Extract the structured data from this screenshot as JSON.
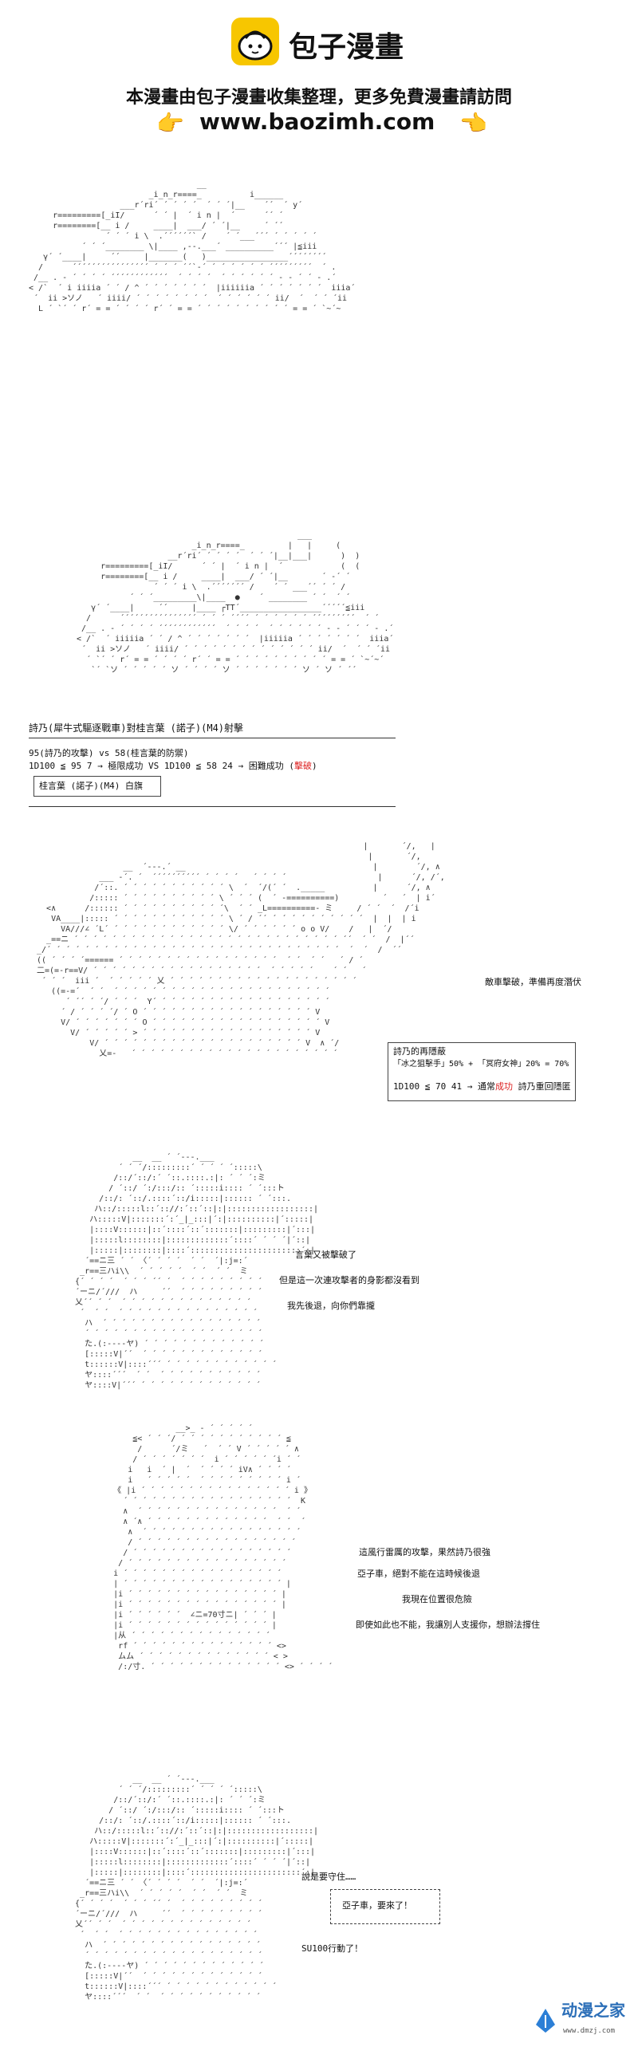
{
  "header": {
    "logo_text": "包子漫畫",
    "tagline": "本漫畫由包子漫畫收集整理，更多免費漫畫請訪問",
    "url": "www.baozimh.com",
    "hand_left": "👉",
    "hand_right": "👈"
  },
  "panel1": {
    "battle_title": "詩乃(犀牛式驅逐戰車)對桂言葉 (諾子)(M4)射擊",
    "line_attack": "95(詩乃的攻擊) vs 58(桂言葉的防禦)",
    "line_roll_a": "1D100 ≦ 95  7 → 極限成功 VS 1D100 ≦ 58  24 → 困難成功 (",
    "line_roll_result": "擊破",
    "line_roll_close": ")",
    "white_flag": "桂言葉 (諾子)(M4) 白旗"
  },
  "panel2": {
    "speech": "敵車擊破，準備再度潛伏",
    "box_title": "詩乃的再隱蔽",
    "box_formula": "「冰之狙擊手」50% + 「冥府女神」20% = 70%",
    "box_roll_a": "1D100 ≦ 70  41 → 通常",
    "box_roll_red": "成功",
    "box_roll_b": " 詩乃重回隱匿"
  },
  "panel3": {
    "line1": "言葉又被擊破了",
    "line2": "但是這一次連攻擊者的身影都沒看到",
    "line3": "我先後退，向你們靠攏"
  },
  "panel4": {
    "line1": "這風行雷厲的攻擊，果然詩乃很強",
    "line2": "亞子車，絕對不能在這時候後退",
    "line3": "我現在位置很危險",
    "line4": "即使如此也不能，我讓別人支援你，想辦法撐住"
  },
  "panel5": {
    "line1": "說是要守住……",
    "line2": "亞子車，要來了！",
    "line3": "SU100行動了！"
  },
  "watermark": {
    "name": "动漫之家",
    "url": "www.dmzj.com"
  }
}
